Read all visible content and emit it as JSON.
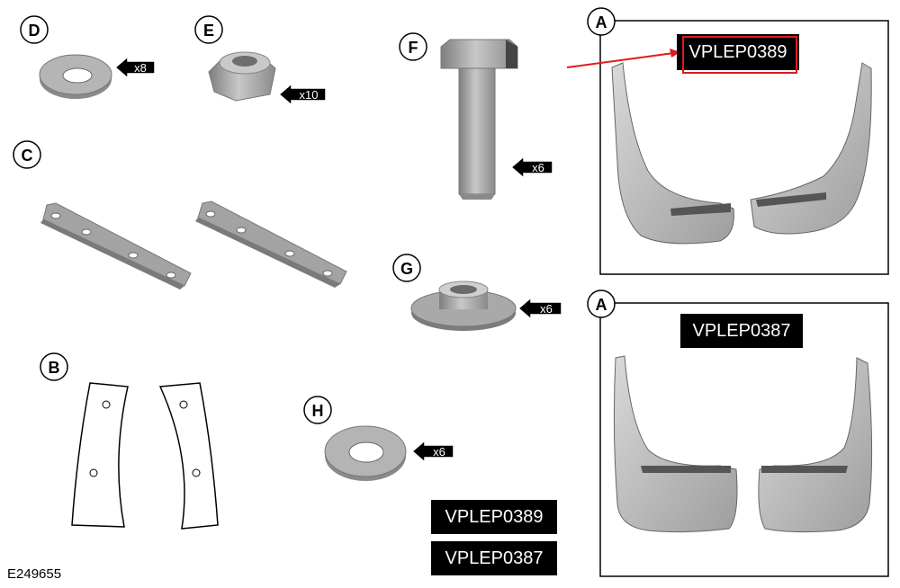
{
  "labels": {
    "d": "D",
    "e": "E",
    "c": "C",
    "b": "B",
    "f": "F",
    "g": "G",
    "h": "H",
    "a_top": "A",
    "a_bottom": "A"
  },
  "quantities": {
    "d": "x8",
    "e": "x10",
    "f": "x6",
    "g": "x6",
    "h": "x6"
  },
  "codes": {
    "panel_top": "VPLEP0389",
    "panel_bottom": "VPLEP0387",
    "key_1": "VPLEP0389",
    "key_2": "VPLEP0387"
  },
  "figure_id": "E249655",
  "colors": {
    "callout_red": "#e01b1b",
    "part_gray": "#a8a8a8",
    "line_black": "#000000"
  }
}
